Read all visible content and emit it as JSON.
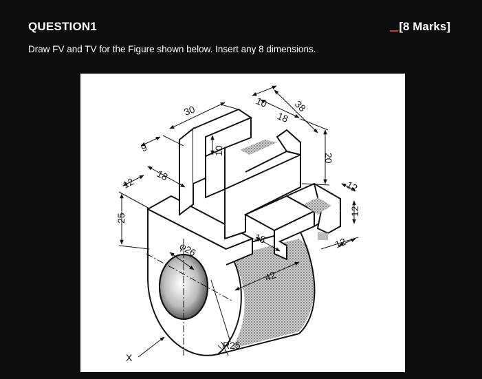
{
  "header": {
    "question_title": "QUESTION1",
    "marks": "[8 Marks]"
  },
  "instruction": "Draw FV and TV for the Figure shown below. Insert any 8 dimensions.",
  "figure": {
    "dimensions": {
      "d30": "30",
      "d10_top": "10",
      "d18_top": "18",
      "d38": "38",
      "d9": "9",
      "d10_slot": "10",
      "d20": "20",
      "d18_left": "18",
      "d12_left": "12",
      "d12_right_top": "12",
      "d12_right_mid": "12",
      "d12_right_bot": "12",
      "d25": "25",
      "d18_mid": "18",
      "phi26": "φ26",
      "d42": "42",
      "r25": "R25",
      "x_arrow": "X"
    }
  }
}
